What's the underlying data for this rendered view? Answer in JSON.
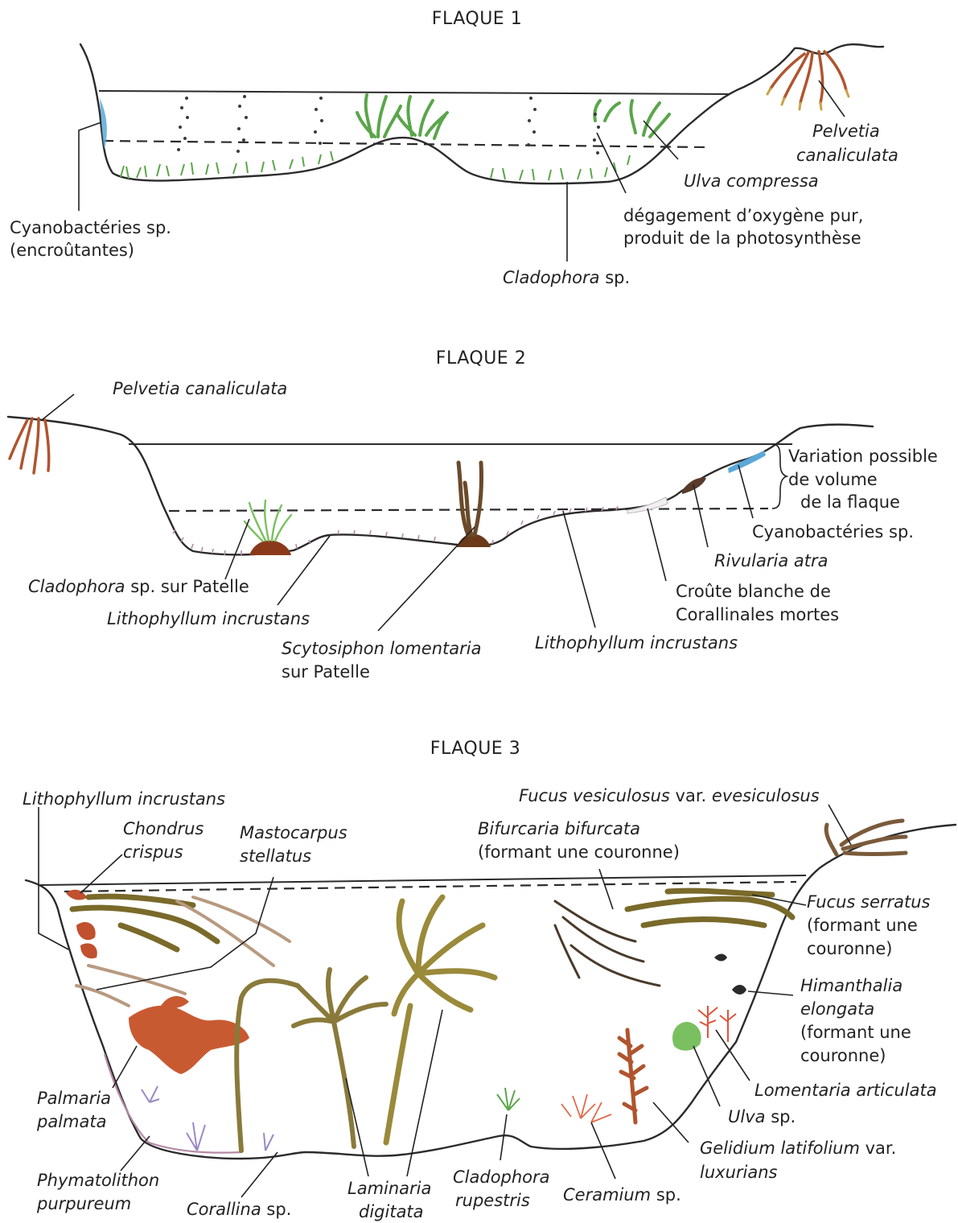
{
  "colors": {
    "green_alga": "#5aa64a",
    "brown_alga": "#7a5a2a",
    "olive_alga": "#8a7a3a",
    "red_alga": "#c0502e",
    "pink_coralline": "#b58aa6",
    "violet_alga": "#9a88c8",
    "cyanobacteria": "#5aa8d8"
  },
  "flaque1": {
    "title": "FLAQUE 1",
    "labels": {
      "cyano_1": "Cyanobactéries sp.",
      "cyano_2": "(encroûtantes)",
      "cladophora": "Cladophora",
      "sp": " sp.",
      "oxygen_1": "dégagement d’oxygène pur,",
      "oxygen_2": "produit de la photosynthèse",
      "ulva": "Ulva compressa",
      "pelvetia_1": "Pelvetia",
      "pelvetia_2": "canaliculata"
    }
  },
  "flaque2": {
    "title": "FLAQUE 2",
    "labels": {
      "pelvetia": "Pelvetia canaliculata",
      "variation_1": "Variation possible",
      "variation_2": "de volume",
      "variation_3": "de la flaque",
      "cyano": "Cyanobactéries sp.",
      "rivularia": "Rivularia atra",
      "croute_1": "Croûte blanche de",
      "croute_2": "Corallinales mortes",
      "litho_right": "Lithophyllum incrustans",
      "scyto_1": "Scytosiphon lomentaria",
      "scyto_2": "sur Patelle",
      "litho_left": "Lithophyllum incrustans",
      "cladophora": "Cladophora",
      "cladophora_rest": " sp. sur Patelle"
    }
  },
  "flaque3": {
    "title": "FLAQUE 3",
    "labels": {
      "litho": "Lithophyllum incrustans",
      "chondrus_1": "Chondrus",
      "chondrus_2": "crispus",
      "mastocarpus_1": "Mastocarpus",
      "mastocarpus_2": "stellatus",
      "fucus_ves_1": "Fucus vesiculosus",
      "fucus_ves_var": " var. ",
      "fucus_ves_2": "evesiculosus",
      "bifurcaria_1": "Bifurcaria bifurcata",
      "bifurcaria_2": "(formant une couronne)",
      "fucus_serratus_1": "Fucus serratus",
      "fucus_serratus_2": "(formant une",
      "fucus_serratus_3": "couronne)",
      "himanthalia_1": "Himanthalia",
      "himanthalia_2": "elongata",
      "himanthalia_3": "(formant une",
      "himanthalia_4": "couronne)",
      "lomentaria": "Lomentaria articulata",
      "ulva": "Ulva",
      "ulva_sp": " sp.",
      "gelidium_1": "Gelidium latifolium",
      "gelidium_var": " var.",
      "gelidium_2": "luxurians",
      "palmaria_1": "Palmaria",
      "palmaria_2": "palmata",
      "phymatolithon_1": "Phymatolithon",
      "phymatolithon_2": "purpureum",
      "corallina": "Corallina",
      "corallina_sp": " sp.",
      "laminaria_1": "Laminaria",
      "laminaria_2": "digitata",
      "cladophora_1": "Cladophora",
      "cladophora_2": "rupestris",
      "ceramium": "Ceramium",
      "ceramium_sp": " sp."
    }
  }
}
